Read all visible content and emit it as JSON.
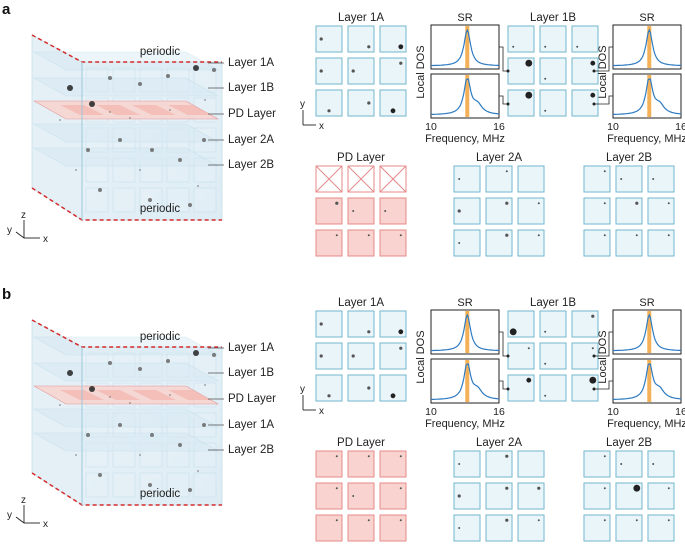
{
  "colors": {
    "cell_border": "#72b6cc",
    "cell_fill": "#eaf5fa",
    "pd_border": "#e48a8a",
    "pd_fill": "#f8d3cf",
    "periodic": "#d42a2a",
    "dos_blue": "#2f7bc1",
    "dos_orange": "#f2a23a",
    "text": "#222222"
  },
  "panels": [
    {
      "letter": "a",
      "periodic_top": "periodic",
      "periodic_bottom": "periodic",
      "layer_labels": [
        "Layer 1A",
        "Layer 1B",
        "PD Layer",
        "Layer 2A",
        "Layer 2B"
      ],
      "axes": {
        "z": "z",
        "y": "y",
        "x": "x"
      },
      "plane_axes": {
        "y": "y",
        "x": "x"
      },
      "grids": {
        "layer1a": {
          "title": "Layer 1A",
          "pd": false,
          "crossed": [],
          "dots": [
            [
              1,
              3,
              2
            ],
            [
              0,
              8,
              2
            ],
            [
              0,
              8,
              3
            ],
            [
              1,
              3,
              2
            ],
            [
              1,
              3,
              2
            ],
            [
              1,
              2,
              2
            ],
            [
              0,
              7,
              2
            ],
            [
              0,
              5,
              2
            ],
            [
              2,
              7,
              3
            ]
          ]
        },
        "layer1b": {
          "title": "Layer 1B",
          "pd": false,
          "crossed": [],
          "dots": [
            [
              0,
              6,
              1
            ],
            [
              0,
              6,
              1
            ],
            [
              0,
              6,
              1
            ],
            [
              1,
              2,
              4
            ],
            [
              0,
              6,
              1
            ],
            [
              2,
              2,
              3
            ],
            [
              1,
              2,
              4
            ],
            [
              0,
              6,
              1
            ],
            [
              2,
              2,
              3
            ]
          ]
        },
        "pd": {
          "title": "PD Layer",
          "pd": true,
          "crossed": [
            0,
            1,
            2
          ],
          "dots": [
            [
              0,
              0,
              0
            ],
            [
              0,
              0,
              0
            ],
            [
              0,
              0,
              0
            ],
            [
              1,
              2,
              2
            ],
            [
              1,
              3,
              1
            ],
            [
              1,
              3,
              1
            ],
            [
              1,
              2,
              1
            ],
            [
              1,
              2,
              1
            ],
            [
              1,
              2,
              1
            ]
          ]
        },
        "layer2a": {
          "title": "Layer 2A",
          "pd": false,
          "crossed": [],
          "dots": [
            [
              1,
              3,
              1
            ],
            [
              1,
              2,
              1
            ],
            [
              0,
              0,
              0
            ],
            [
              1,
              3,
              2
            ],
            [
              1,
              2,
              2
            ],
            [
              1,
              2,
              1
            ],
            [
              1,
              3,
              1
            ],
            [
              1,
              2,
              2
            ],
            [
              1,
              2,
              1
            ]
          ]
        },
        "layer2b": {
          "title": "Layer 2B",
          "pd": false,
          "crossed": [],
          "dots": [
            [
              1,
              2,
              1
            ],
            [
              1,
              3,
              1
            ],
            [
              1,
              3,
              1
            ],
            [
              1,
              2,
              1
            ],
            [
              1,
              2,
              2
            ],
            [
              1,
              2,
              1
            ],
            [
              1,
              2,
              1
            ],
            [
              1,
              2,
              1
            ],
            [
              1,
              2,
              1
            ]
          ]
        }
      },
      "dos": {
        "title": "SR",
        "ylabel": "Local DOS",
        "xlabel": "Frequency, MHz",
        "ticks": [
          "10",
          "16"
        ],
        "xlim": [
          10,
          16
        ],
        "sr": 13.2
      }
    },
    {
      "letter": "b",
      "periodic_top": "periodic",
      "periodic_bottom": "periodic",
      "layer_labels": [
        "Layer 1A",
        "Layer 1B",
        "PD Layer",
        "Layer 1A",
        "Layer 2B"
      ],
      "axes": {
        "z": "z",
        "y": "y",
        "x": "x"
      },
      "plane_axes": {
        "y": "y",
        "x": "x"
      },
      "grids": {
        "layer1a": {
          "title": "Layer 1A",
          "pd": false,
          "crossed": [],
          "dots": [
            [
              1,
              3,
              2
            ],
            [
              0,
              8,
              2
            ],
            [
              0,
              8,
              3
            ],
            [
              1,
              3,
              2
            ],
            [
              1,
              3,
              2
            ],
            [
              1,
              2,
              2
            ],
            [
              0,
              7,
              2
            ],
            [
              0,
              5,
              2
            ],
            [
              2,
              7,
              3
            ]
          ]
        },
        "layer1b": {
          "title": "Layer 1B",
          "pd": false,
          "crossed": [],
          "dots": [
            [
              0,
              6,
              4
            ],
            [
              0,
              6,
              1
            ],
            [
              2,
              2,
              2
            ],
            [
              1,
              2,
              1
            ],
            [
              0,
              6,
              1
            ],
            [
              2,
              2,
              1
            ],
            [
              1,
              2,
              3
            ],
            [
              0,
              6,
              1
            ],
            [
              2,
              2,
              4
            ]
          ]
        },
        "pd": {
          "title": "PD Layer",
          "pd": true,
          "crossed": [],
          "dots": [
            [
              1,
              2,
              1
            ],
            [
              1,
              2,
              1
            ],
            [
              1,
              2,
              1
            ],
            [
              1,
              2,
              1
            ],
            [
              1,
              3,
              1
            ],
            [
              1,
              2,
              1
            ],
            [
              1,
              2,
              1
            ],
            [
              1,
              2,
              1
            ],
            [
              1,
              2,
              1
            ]
          ]
        },
        "layer2a": {
          "title": "Layer 2A",
          "pd": false,
          "crossed": [],
          "dots": [
            [
              1,
              3,
              1
            ],
            [
              1,
              2,
              2
            ],
            [
              0,
              0,
              0
            ],
            [
              1,
              3,
              2
            ],
            [
              1,
              2,
              2
            ],
            [
              1,
              2,
              2
            ],
            [
              1,
              3,
              1
            ],
            [
              1,
              2,
              2
            ],
            [
              1,
              2,
              1
            ]
          ]
        },
        "layer2b": {
          "title": "Layer 2B",
          "pd": false,
          "crossed": [],
          "dots": [
            [
              1,
              2,
              1
            ],
            [
              1,
              3,
              1
            ],
            [
              1,
              3,
              1
            ],
            [
              1,
              2,
              1
            ],
            [
              1,
              2,
              4
            ],
            [
              1,
              2,
              1
            ],
            [
              1,
              2,
              1
            ],
            [
              1,
              2,
              1
            ],
            [
              1,
              2,
              1
            ]
          ]
        }
      },
      "dos": {
        "title": "SR",
        "ylabel": "Local DOS",
        "xlabel": "Frequency, MHz",
        "ticks": [
          "10",
          "16"
        ],
        "xlim": [
          10,
          16
        ],
        "sr": 13.2
      }
    }
  ]
}
